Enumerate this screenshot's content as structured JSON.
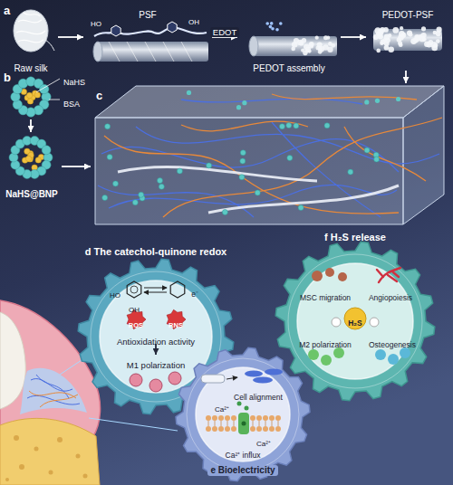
{
  "diagram": {
    "nodes": [
      {
        "text": [
          "Raw silk"
        ]
      },
      {
        "text": [
          "PSF"
        ]
      },
      {
        "text": [
          "PEDOT assembly"
        ]
      },
      {
        "text": [
          "PEDOT-PSF"
        ]
      },
      {
        "text": [
          "NaHS",
          "BSA"
        ]
      },
      {
        "text": [
          "NaHS@BNP"
        ]
      },
      {
        "text": [
          "c"
        ]
      },
      {
        "text": [
          "d The catechol-quinone redox"
        ]
      },
      {
        "text": [
          "Antioxidation activity"
        ],
        "in": 7
      },
      {
        "text": [
          "M1 polarization"
        ],
        "in": 7
      },
      {
        "text": [
          "f H₂S release"
        ]
      },
      {
        "text": [
          "H₂S"
        ],
        "in": 10
      },
      {
        "text": [
          "MSC migration"
        ],
        "in": 10
      },
      {
        "text": [
          "Angiopoiesis"
        ],
        "in": 10
      },
      {
        "text": [
          "M2 polarization"
        ],
        "in": 10
      },
      {
        "text": [
          "Osteogenesis"
        ],
        "in": 10
      },
      {
        "text": [
          "e Bioelectricity"
        ]
      },
      {
        "text": [
          "Cell alignment"
        ],
        "in": 16
      },
      {
        "text": [
          "Ca²⁺ influx"
        ],
        "in": 16
      }
    ],
    "edges": [
      {
        "from": 0,
        "to": 1,
        "arrow": "to"
      },
      {
        "from": 1,
        "to": 2,
        "arrow": "to",
        "label": "EDOT"
      },
      {
        "from": 2,
        "to": 3,
        "arrow": "to"
      },
      {
        "from": 3,
        "to": 6,
        "arrow": "to"
      },
      {
        "from": 4,
        "to": 5,
        "arrow": "to"
      },
      {
        "from": 5,
        "to": 6,
        "arrow": "to"
      },
      {
        "from": 8,
        "to": 9,
        "arrow": "to"
      }
    ],
    "labels": [
      "a",
      "HO",
      "OH",
      "b",
      "HO",
      "OH",
      "e⁻",
      "ROS",
      "RNS",
      "Ca²⁺",
      "Ca²⁺"
    ]
  }
}
